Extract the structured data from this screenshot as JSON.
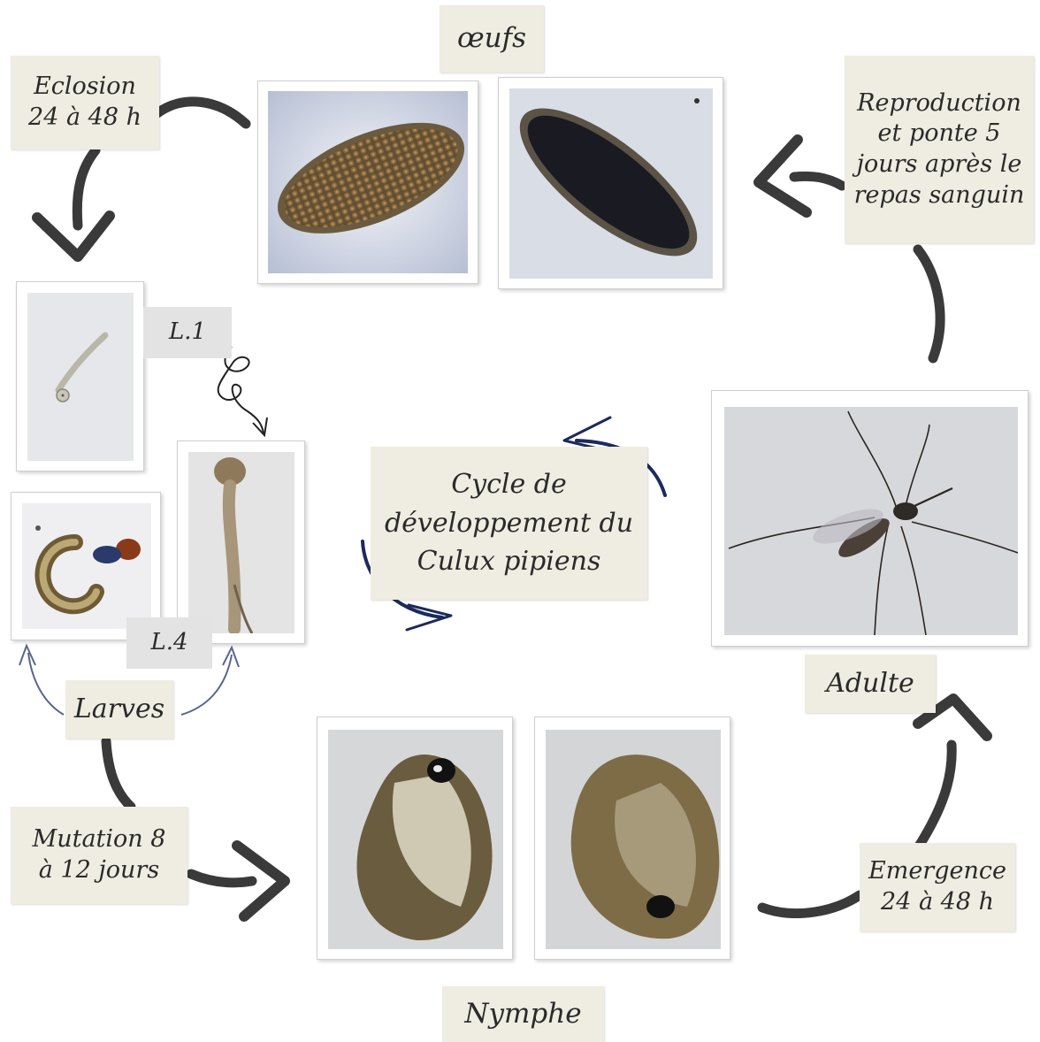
{
  "title": [
    "Cycle de",
    "développement du",
    "Culux pipiens"
  ],
  "stages": {
    "eggs": "œufs",
    "adult": "Adulte",
    "pupa": "Nymphe",
    "larvae": "Larves",
    "l1": "L.1",
    "l4": "L.4"
  },
  "transitions": {
    "eclosion": [
      "Eclosion",
      "24 à 48 h"
    ],
    "reproduction": [
      "Reproduction",
      "et ponte 5",
      "jours après le",
      "repas sanguin"
    ],
    "mutation": [
      "Mutation 8",
      "à 12 jours"
    ],
    "emergence": [
      "Emergence",
      "24 à 48 h"
    ]
  },
  "colors": {
    "label_background": "#efece1",
    "gray_label_background": "#e3e3e3",
    "arrow_dark": "#3a3a3a",
    "arrow_navy": "#1c2a5c",
    "arrow_slate": "#5a6590"
  }
}
